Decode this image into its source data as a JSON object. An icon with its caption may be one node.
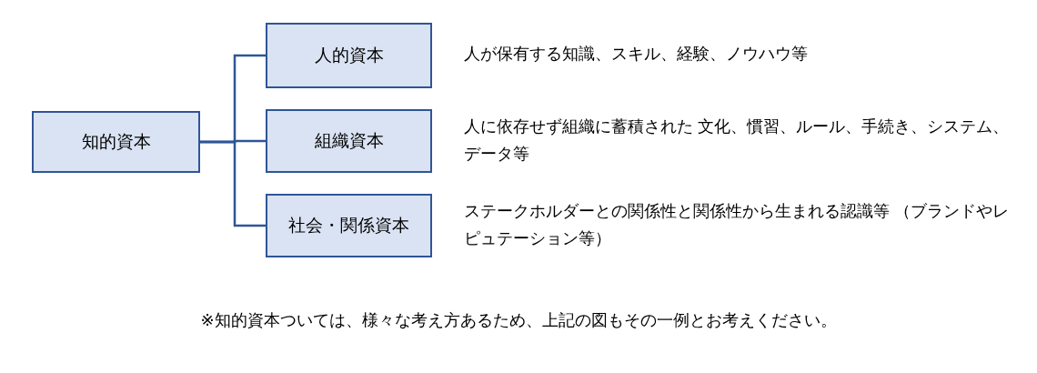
{
  "diagram": {
    "caption": "※知的資本ついては、様々な考え方あるため、上記の図もその一例とお考えください。",
    "nodes": [
      {
        "text": [
          "知的資本"
        ]
      },
      {
        "text": [
          "人的資本"
        ],
        "beside": [
          "人が保有する知識、スキル、経験、ノウハウ等"
        ]
      },
      {
        "text": [
          "組織資本"
        ],
        "beside": [
          "人に依存せず組織に蓄積された 文化、慣習、ルール、手続き、システム、データ等"
        ]
      },
      {
        "text": [
          "社会・関係資本"
        ],
        "beside": [
          "ステークホルダーとの関係性と関係性から生まれる認識等 （ブランドやレピュテーション等）"
        ]
      }
    ],
    "edges": [
      {
        "from": 0,
        "to": 1,
        "arrow": "none"
      },
      {
        "from": 0,
        "to": 2,
        "arrow": "none"
      },
      {
        "from": 0,
        "to": 3,
        "arrow": "none"
      }
    ]
  }
}
